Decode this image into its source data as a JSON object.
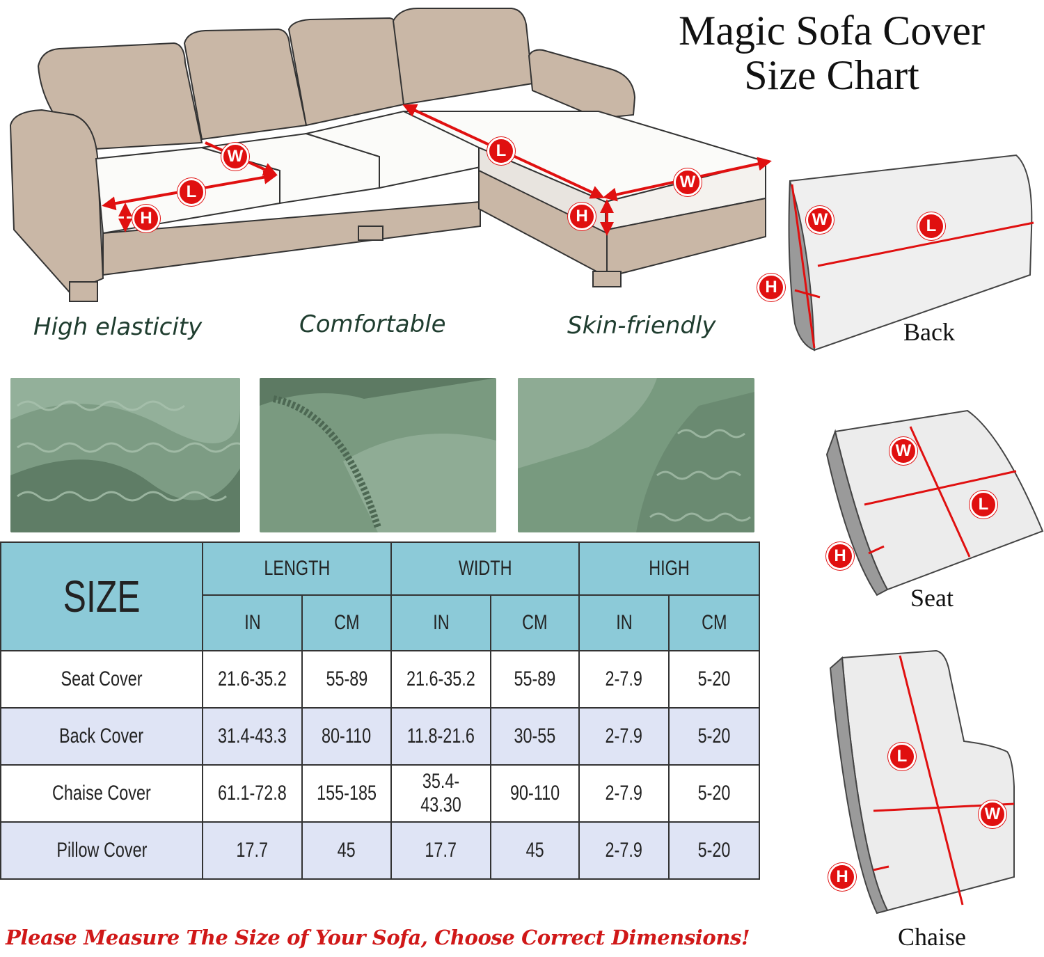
{
  "title": {
    "line1": "Magic Sofa Cover",
    "line2": "Size Chart"
  },
  "features": [
    "High elasticity",
    "Comfortable",
    "Skin-friendly"
  ],
  "markers": {
    "width": "W",
    "length": "L",
    "height": "H"
  },
  "parts": {
    "back": "Back",
    "seat": "Seat",
    "chaise": "Chaise"
  },
  "table": {
    "size_header": "SIZE",
    "groups": [
      "LENGTH",
      "WIDTH",
      "HIGH"
    ],
    "units": [
      "IN",
      "CM",
      "IN",
      "CM",
      "IN",
      "CM"
    ],
    "rows": [
      {
        "name": "Seat Cover",
        "values": [
          "21.6-35.2",
          "55-89",
          "21.6-35.2",
          "55-89",
          "2-7.9",
          "5-20"
        ]
      },
      {
        "name": "Back Cover",
        "values": [
          "31.4-43.3",
          "80-110",
          "11.8-21.6",
          "30-55",
          "2-7.9",
          "5-20"
        ]
      },
      {
        "name": "Chaise Cover",
        "values": [
          "61.1-72.8",
          "155-185",
          "35.4-43.30",
          "90-110",
          "2-7.9",
          "5-20"
        ]
      },
      {
        "name": "Pillow Cover",
        "values": [
          "17.7",
          "45",
          "17.7",
          "45",
          "2-7.9",
          "5-20"
        ]
      }
    ]
  },
  "footer": "Please Measure The Size of Your Sofa, Choose Correct Dimensions!",
  "colors": {
    "header_bg": "#8ccad8",
    "alt_row_bg": "#dfe4f5",
    "measure_red": "#e01010",
    "sofa_tan": "#c9b7a6",
    "fabric_green": "#6f9075",
    "footer_red": "#d01818"
  }
}
